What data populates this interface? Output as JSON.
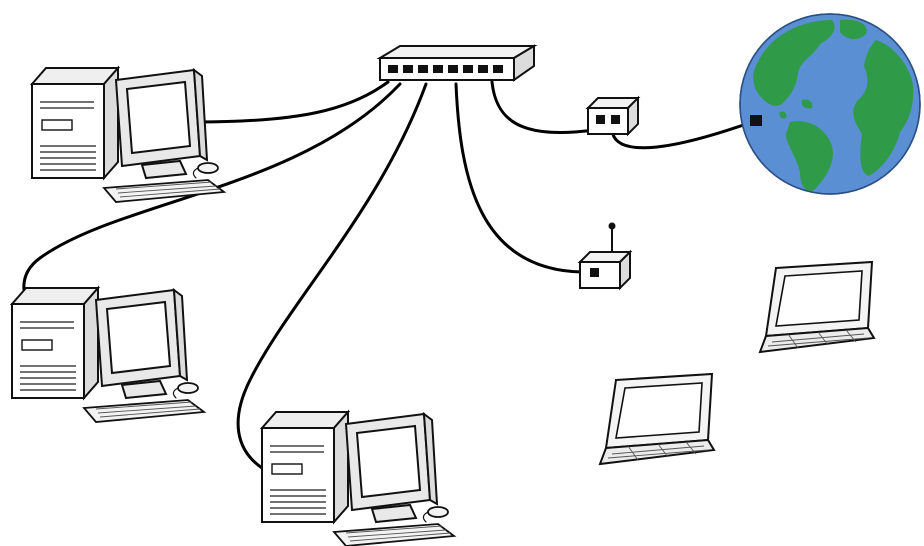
{
  "nodes": [
    {
      "id": "workstation-1",
      "kind": "desktop-computer"
    },
    {
      "id": "workstation-2",
      "kind": "desktop-computer"
    },
    {
      "id": "workstation-3",
      "kind": "desktop-computer"
    },
    {
      "id": "network-switch",
      "kind": "switch",
      "ports": 8
    },
    {
      "id": "modem",
      "kind": "modem"
    },
    {
      "id": "wireless-access-point",
      "kind": "wireless-access-point"
    },
    {
      "id": "laptop-1",
      "kind": "laptop"
    },
    {
      "id": "laptop-2",
      "kind": "laptop"
    },
    {
      "id": "internet",
      "kind": "globe"
    }
  ],
  "connections": [
    {
      "from": "network-switch",
      "to": "workstation-1"
    },
    {
      "from": "network-switch",
      "to": "workstation-2"
    },
    {
      "from": "network-switch",
      "to": "workstation-3"
    },
    {
      "from": "network-switch",
      "to": "wireless-access-point"
    },
    {
      "from": "network-switch",
      "to": "modem"
    },
    {
      "from": "modem",
      "to": "internet"
    }
  ],
  "colors": {
    "ocean": "#5b8fd4",
    "land": "#2f9a47",
    "cable": "#000000",
    "line-art": "#111111"
  },
  "icons": [
    "desktop-computer-icon",
    "switch-icon",
    "modem-icon",
    "wireless-access-point-icon",
    "laptop-icon",
    "globe-icon"
  ]
}
